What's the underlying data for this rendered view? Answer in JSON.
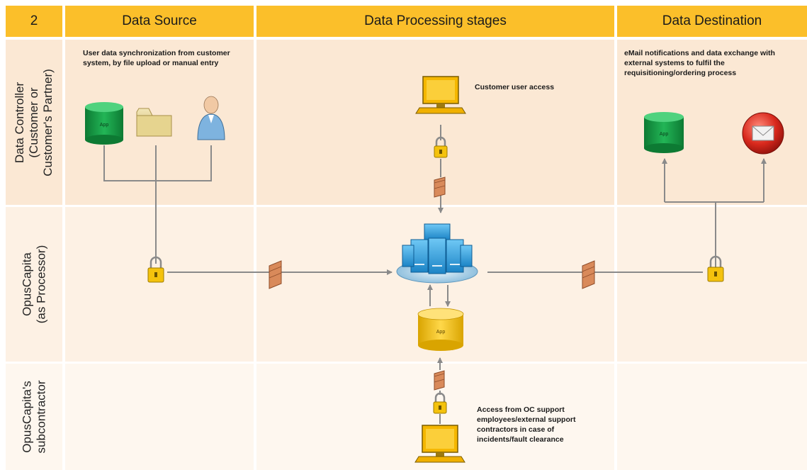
{
  "header": {
    "number": "2",
    "columns": [
      "Data Source",
      "Data Processing stages",
      "Data Destination"
    ]
  },
  "rows": [
    {
      "label": "Data Controller\n(Customer or\nCustomer's Partner)"
    },
    {
      "label": "OpusCapita\n(as Processor)"
    },
    {
      "label": "OpusCapita's\nsubcontractor"
    }
  ],
  "notes": {
    "source": "User data synchronization from customer system,  by file upload or manual entry",
    "customer_access": "Customer user access",
    "destination": "eMail notifications and data exchange with external systems  to fulfil the requisitioning/ordering process",
    "support_access": "Access from OC support employees/external support contractors in case of incidents/fault clearance"
  },
  "icons": {
    "app_label": "App"
  },
  "colors": {
    "header": "#fbbf2a",
    "app_green": "#1aa64a",
    "app_yellow": "#f5c200",
    "server_blue": "#2aa0e0",
    "lock": "#f4c20d",
    "firewall": "#d98a5a",
    "arrow": "#8a8a8a"
  }
}
